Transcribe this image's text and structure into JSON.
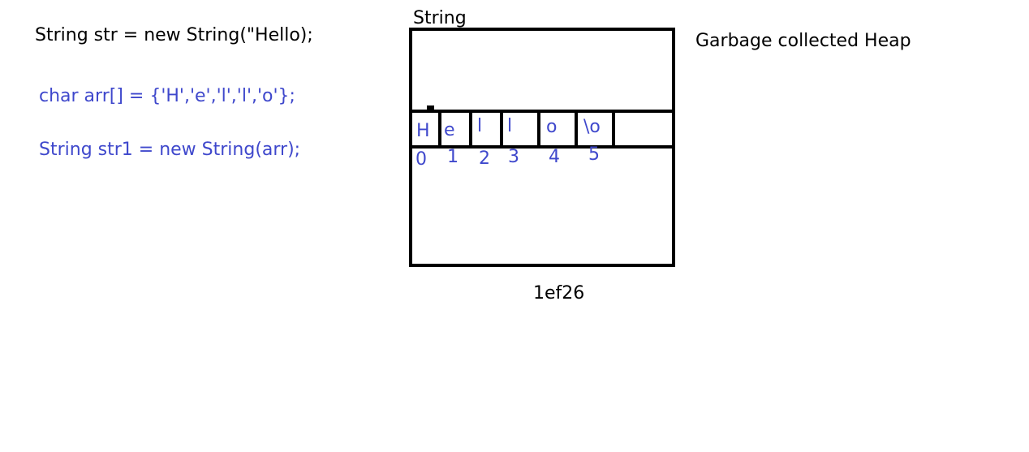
{
  "code": {
    "line1": "String str = new String(\"Hello);",
    "line2": "char arr[] = {'H','e','l','l','o'};",
    "line3": "String str1 = new String(arr);"
  },
  "heap": {
    "object_label": "String",
    "heap_label": "Garbage collected Heap",
    "address": "1ef26"
  },
  "array": {
    "cells": [
      {
        "char": "H",
        "index": "0"
      },
      {
        "char": "e",
        "index": "1"
      },
      {
        "char": "l",
        "index": "2"
      },
      {
        "char": "l",
        "index": "3"
      },
      {
        "char": "o",
        "index": "4"
      },
      {
        "char": "\\o",
        "index": "5"
      }
    ]
  },
  "colors": {
    "ink": "#000000",
    "blue": "#3f48cc"
  }
}
